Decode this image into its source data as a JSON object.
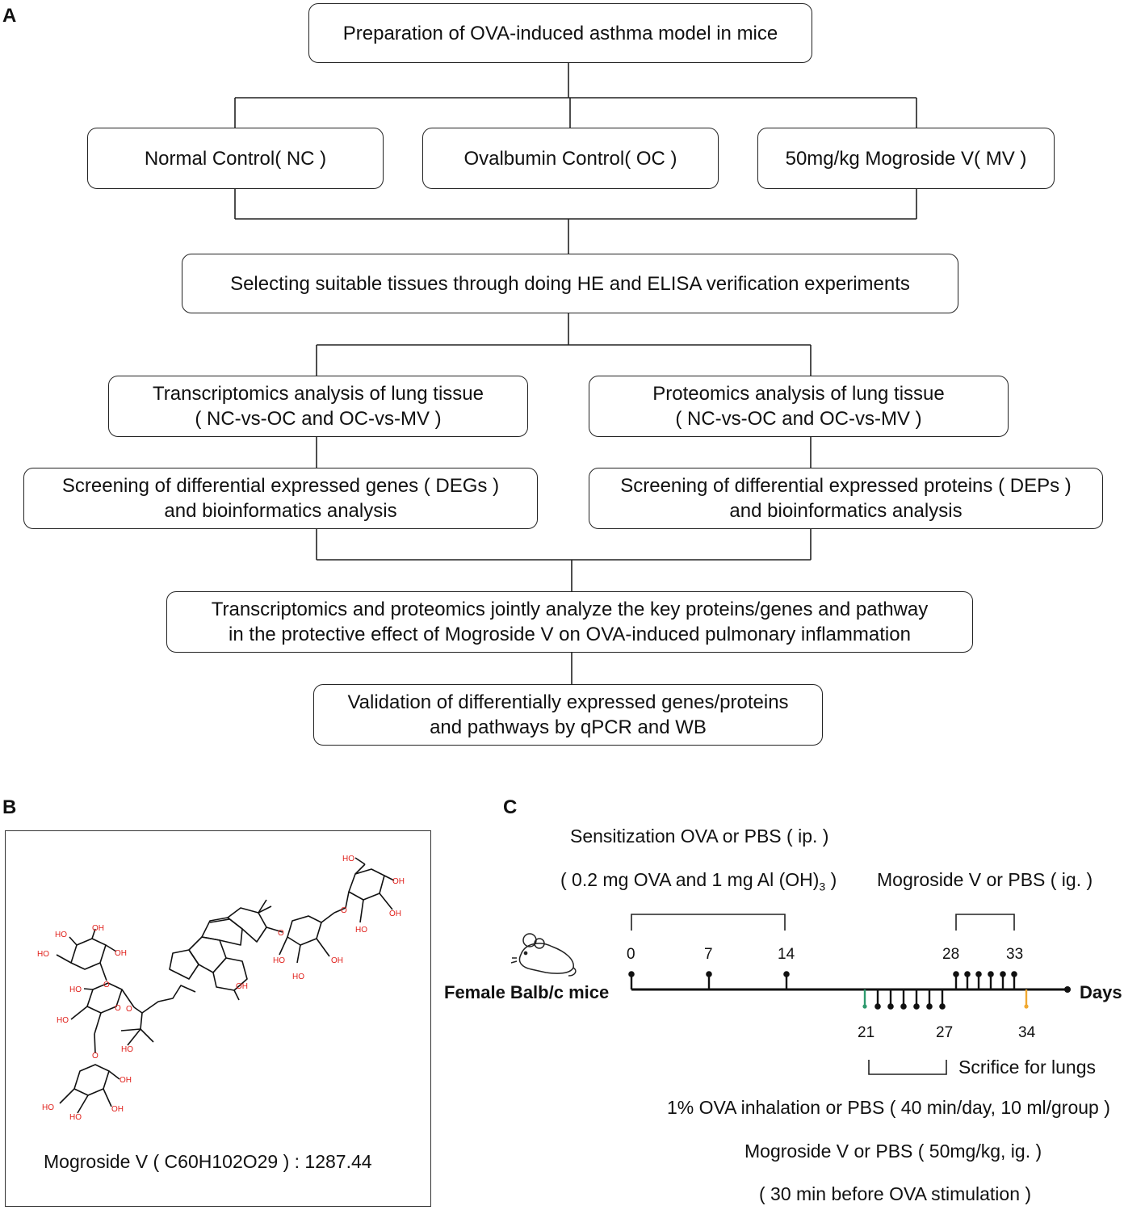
{
  "panels": {
    "a": "A",
    "b": "B",
    "c": "C"
  },
  "flow": {
    "top": "Preparation of OVA-induced asthma model in mice",
    "groups": [
      "Normal Control( NC )",
      "Ovalbumin Control( OC )",
      "50mg/kg Mogroside V( MV )"
    ],
    "select": "Selecting suitable tissues through doing HE and ELISA verification experiments",
    "transcriptomics": [
      "Transcriptomics analysis of lung tissue",
      "( NC-vs-OC and OC-vs-MV )"
    ],
    "proteomics": [
      "Proteomics analysis of lung tissue",
      "( NC-vs-OC and OC-vs-MV )"
    ],
    "degs": [
      "Screening of differential expressed genes ( DEGs )",
      "and bioinformatics analysis"
    ],
    "deps": [
      "Screening of differential expressed proteins ( DEPs )",
      "and bioinformatics analysis"
    ],
    "joint": [
      "Transcriptomics and proteomics jointly analyze the key proteins/genes and pathway",
      "in the protective effect of Mogroside V on OVA-induced pulmonary inflammation"
    ],
    "validation": [
      "Validation of differentially expressed genes/proteins",
      "and pathways by qPCR and WB"
    ]
  },
  "structure": {
    "caption": "Mogroside V ( C60H102O29 ) : 1287.44",
    "labels": {
      "oh": "OH",
      "ho": "HO",
      "o": "O"
    },
    "atom_color": "#e0201b"
  },
  "timeline": {
    "sensitization": "Sensitization OVA or PBS ( ip. )",
    "dose_prefix": "( 0.2 mg OVA and 1 mg Al (OH)",
    "dose_sub": "3",
    "dose_suffix": " )",
    "mv_top": "Mogroside V or PBS ( ig. )",
    "subject": "Female Balb/c mice",
    "axis_label": "Days",
    "days_top": [
      "0",
      "7",
      "14",
      "28",
      "33"
    ],
    "days_bottom": [
      "21",
      "27",
      "34"
    ],
    "sacrifice": "Scrifice for lungs",
    "inhalation": "1% OVA inhalation or PBS ( 40 min/day, 10 ml/group )",
    "mv_bottom": "Mogroside V or PBS ( 50mg/kg, ig. )",
    "timing": "( 30 min before OVA stimulation )",
    "colors": {
      "day21": "#2e9a6e",
      "day34": "#f0a830"
    }
  }
}
